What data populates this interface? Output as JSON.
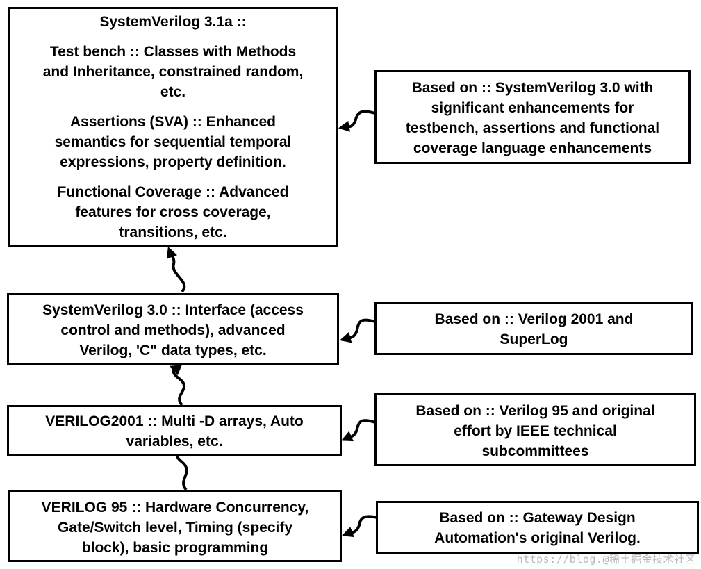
{
  "left_boxes": {
    "sv31a": {
      "title": "SystemVerilog 3.1a ::",
      "p1_l1": "Test bench :: Classes with Methods",
      "p1_l2": "and Inheritance, constrained random,",
      "p1_l3": "etc.",
      "p2_l1": "Assertions (SVA) :: Enhanced",
      "p2_l2": "semantics for sequential temporal",
      "p2_l3": "expressions, property definition.",
      "p3_l1": "Functional Coverage :: Advanced",
      "p3_l2": "features for cross coverage,",
      "p3_l3": "transitions, etc."
    },
    "sv30": {
      "l1": "SystemVerilog 3.0 :: Interface (access",
      "l2": "control and methods), advanced",
      "l3": "Verilog, 'C\" data types, etc."
    },
    "v2001": {
      "l1": "VERILOG2001 :: Multi  -D arrays, Auto",
      "l2": "variables, etc."
    },
    "v95": {
      "l1": "VERILOG 95 :: Hardware Concurrency,",
      "l2": "Gate/Switch level, Timing (specify",
      "l3": "block), basic programming"
    }
  },
  "right_boxes": {
    "based_sv30": {
      "l1": "Based on :: SystemVerilog 3.0 with",
      "l2": "significant enhancements for",
      "l3": "testbench, assertions and functional",
      "l4": "coverage language enhancements"
    },
    "based_v2001": {
      "l1": "Based on :: Verilog 2001 and",
      "l2": "SuperLog"
    },
    "based_v95": {
      "l1": "Based on :: Verilog 95 and original",
      "l2": "effort by IEEE technical",
      "l3": "subcommittees"
    },
    "based_gateway": {
      "l1": "Based on :: Gateway Design",
      "l2": "Automation's original Verilog."
    }
  },
  "watermark": "https://blog.@稀土掘金技术社区"
}
